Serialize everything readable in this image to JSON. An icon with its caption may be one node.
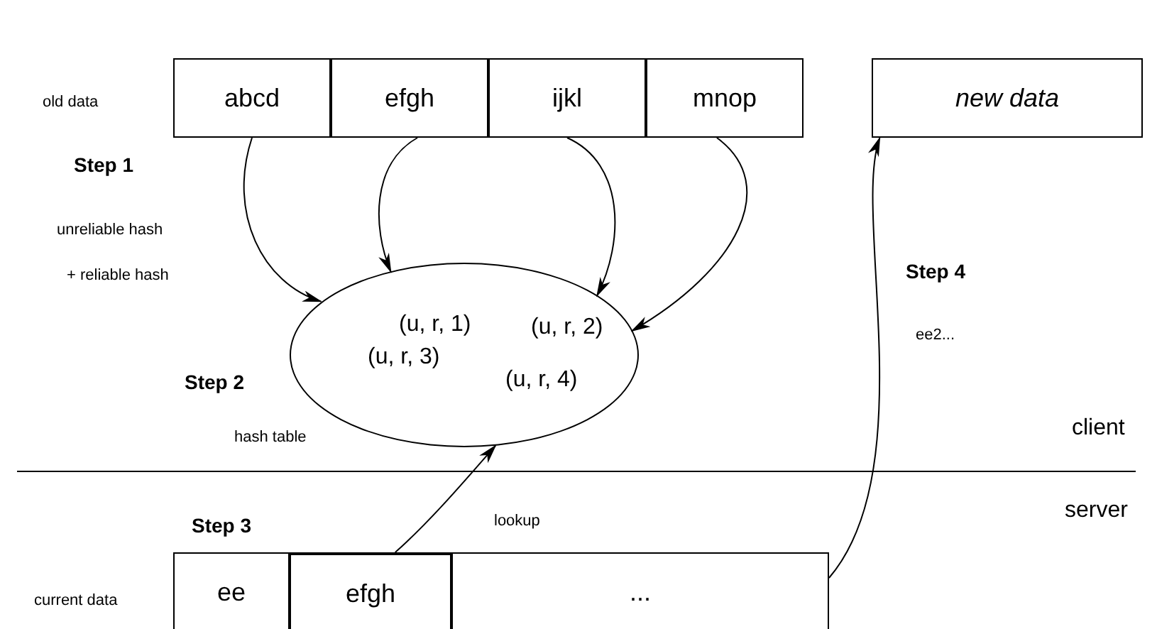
{
  "diagram": {
    "nodes": [
      {
        "text": [
          "abcd"
        ]
      },
      {
        "text": [
          "efgh"
        ]
      },
      {
        "text": [
          "ijkl"
        ]
      },
      {
        "text": [
          "mnop"
        ]
      },
      {
        "text": [
          "new data"
        ]
      },
      {
        "text": [
          "(u, r, 1)",
          "(u, r, 2)",
          "(u, r, 3)",
          "(u, r, 4)"
        ]
      },
      {
        "text": [
          "ee"
        ]
      },
      {
        "text": [
          "efgh"
        ]
      },
      {
        "text": [
          "..."
        ]
      }
    ],
    "edges": [
      {
        "from": 0,
        "to": 5,
        "arrow": "to"
      },
      {
        "from": 1,
        "to": 5,
        "arrow": "to"
      },
      {
        "from": 2,
        "to": 5,
        "arrow": "to"
      },
      {
        "from": 3,
        "to": 5,
        "arrow": "to"
      },
      {
        "from": 7,
        "to": 5,
        "arrow": "to",
        "label": "lookup"
      },
      {
        "from": 8,
        "to": 4,
        "arrow": "to"
      }
    ],
    "labels": [
      "old data",
      "Step 1",
      "unreliable hash",
      "+ reliable hash",
      "Step 4",
      "ee2...",
      "Step 2",
      "hash table",
      "client",
      "server",
      "Step 3",
      "current data"
    ]
  }
}
